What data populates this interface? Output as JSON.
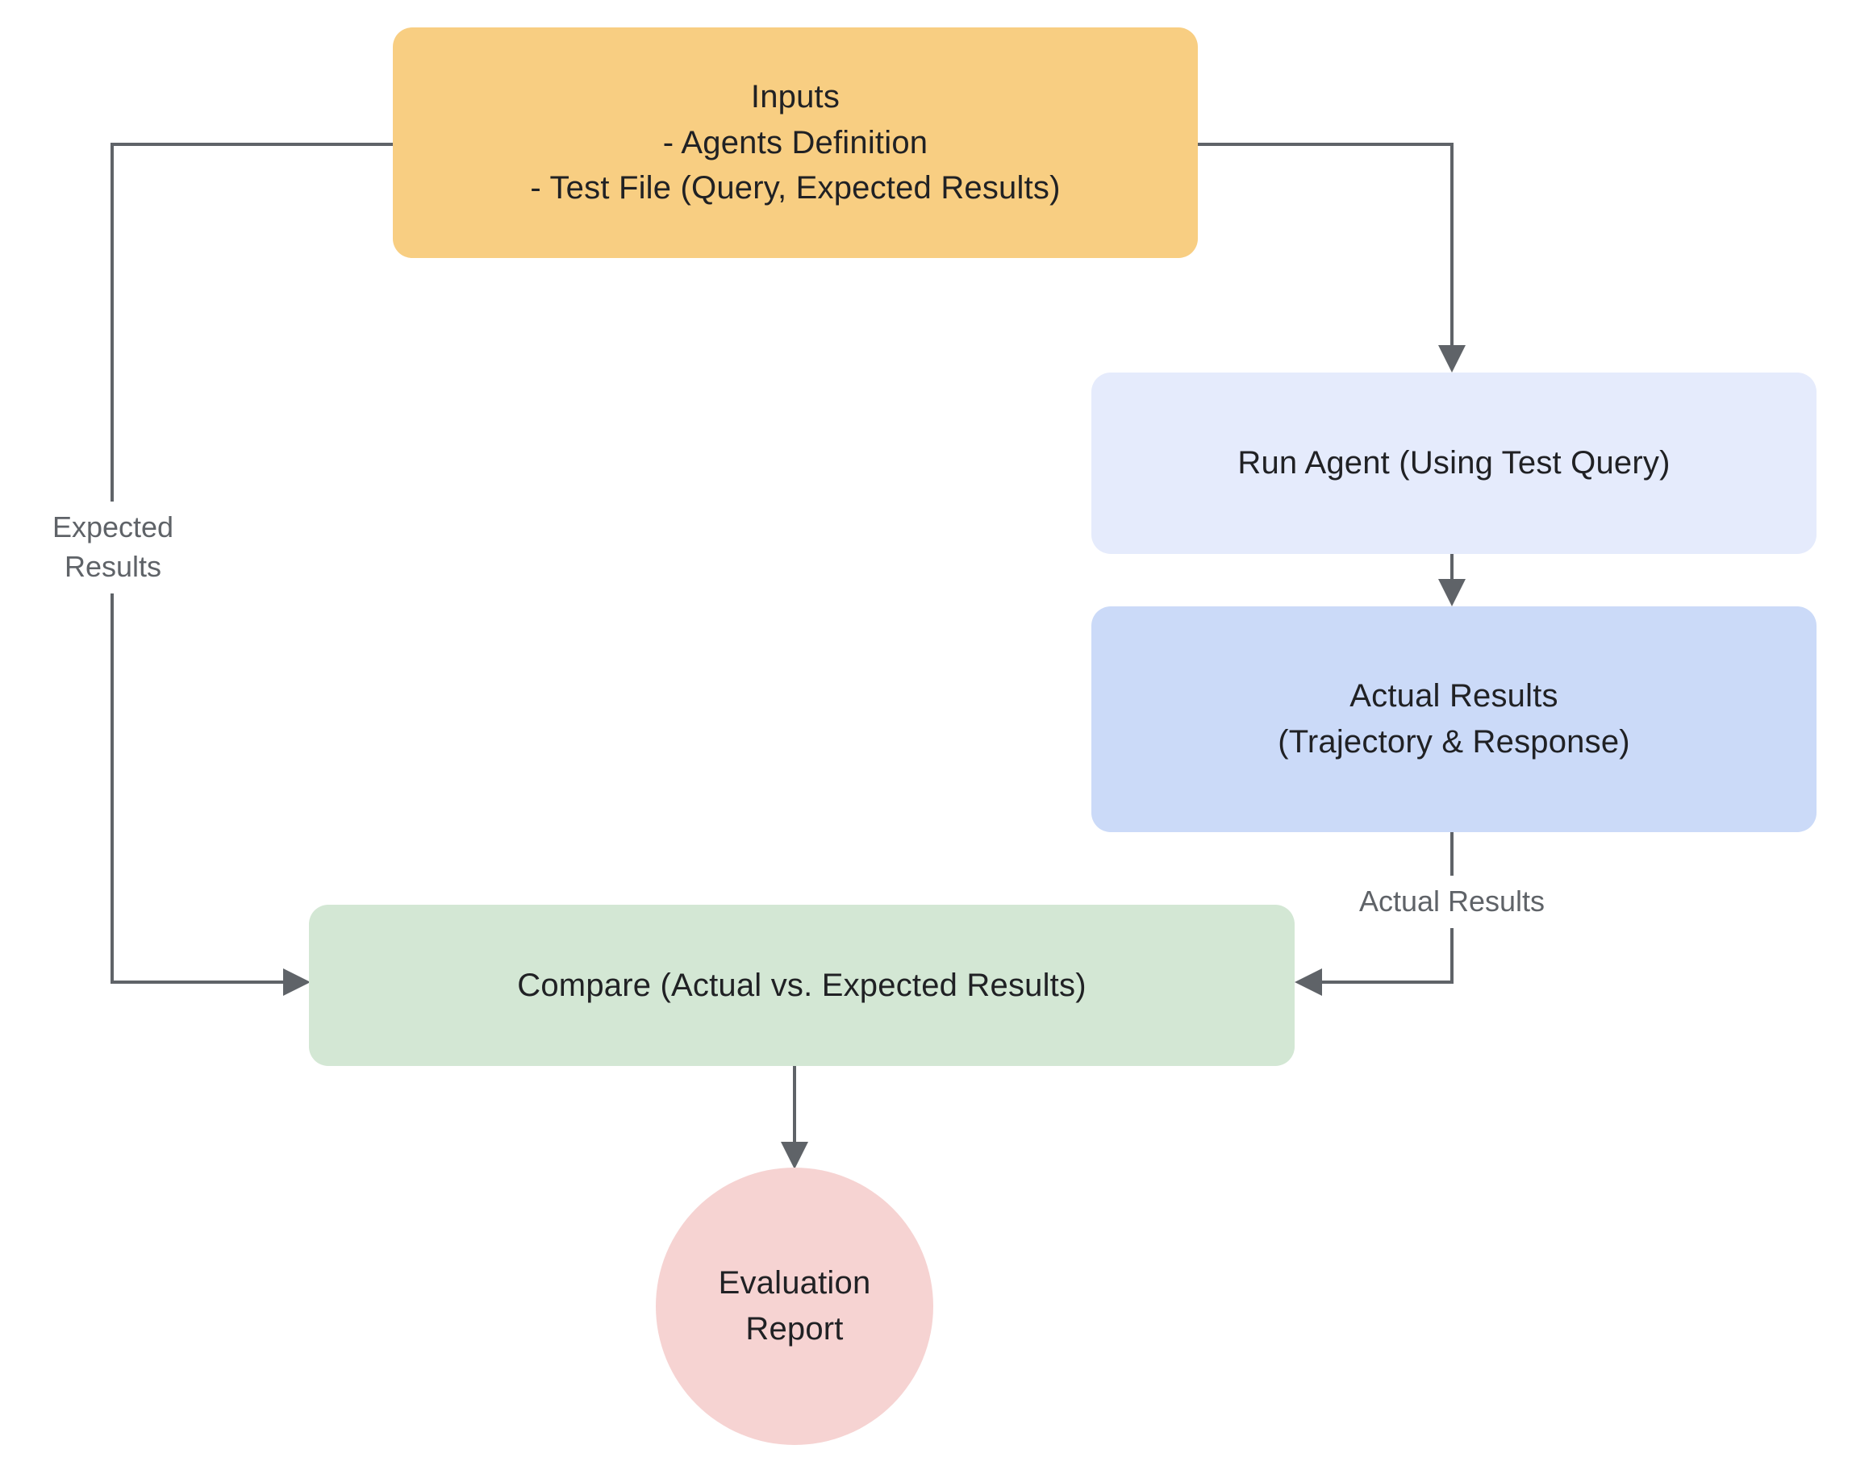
{
  "diagram": {
    "type": "flowchart",
    "nodes": {
      "inputs": {
        "shape": "rounded-rect",
        "color": "#F8CE82",
        "lines": [
          "Inputs",
          "- Agents Definition",
          "- Test File (Query, Expected Results)"
        ]
      },
      "run_agent": {
        "shape": "rounded-rect",
        "color": "#E5EBFC",
        "lines": [
          "Run Agent (Using Test Query)"
        ]
      },
      "actual_results": {
        "shape": "rounded-rect",
        "color": "#CBDAF8",
        "lines": [
          "Actual Results",
          "(Trajectory & Response)"
        ]
      },
      "compare": {
        "shape": "rounded-rect",
        "color": "#D3E7D4",
        "lines": [
          "Compare (Actual vs. Expected Results)"
        ]
      },
      "evaluation_report": {
        "shape": "circle",
        "color": "#F6D3D2",
        "lines": [
          "Evaluation",
          "Report"
        ]
      }
    },
    "edges": [
      {
        "from": "inputs",
        "to": "compare",
        "label": "Expected Results"
      },
      {
        "from": "inputs",
        "to": "run_agent",
        "label": ""
      },
      {
        "from": "run_agent",
        "to": "actual_results",
        "label": ""
      },
      {
        "from": "actual_results",
        "to": "compare",
        "label": "Actual Results"
      },
      {
        "from": "compare",
        "to": "evaluation_report",
        "label": ""
      }
    ],
    "edge_labels": {
      "expected_results": {
        "lines": [
          "Expected",
          "Results"
        ]
      },
      "actual_results": "Actual Results"
    },
    "colors": {
      "line": "#5F6368",
      "node_text": "#202124",
      "edge_label_text": "#5F6368",
      "background": "#FFFFFF"
    }
  }
}
